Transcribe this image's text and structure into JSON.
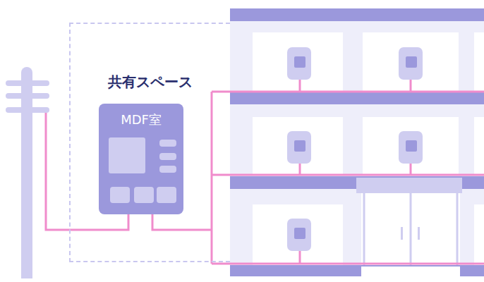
{
  "diagram": {
    "nodes": [
      {
        "text": [
          "共有スペース"
        ]
      },
      {
        "text": [
          "MDF室"
        ],
        "in": 0
      }
    ]
  }
}
